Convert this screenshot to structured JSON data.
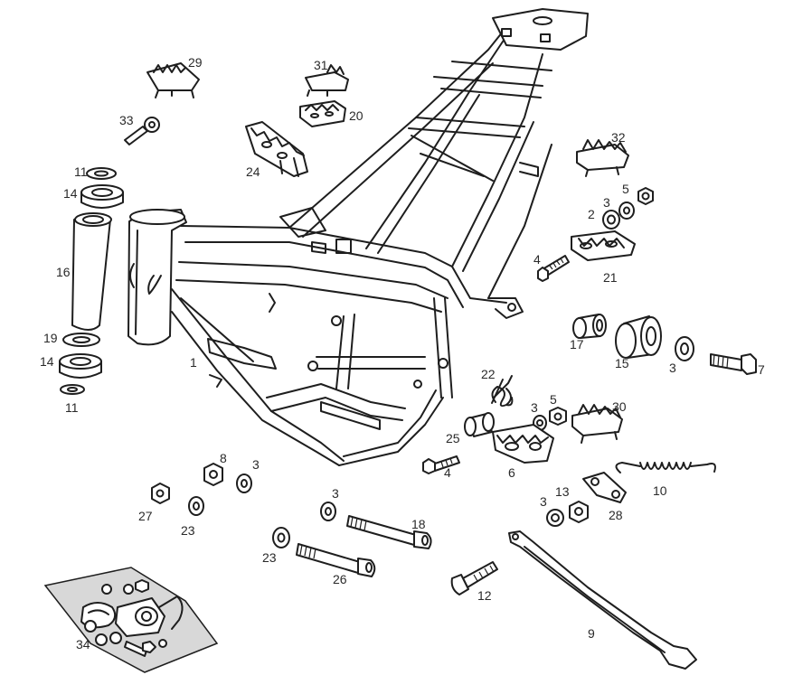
{
  "diagram": {
    "callouts": [
      {
        "id": "c1",
        "text": "1"
      },
      {
        "id": "c2",
        "text": "2"
      },
      {
        "id": "c3a",
        "text": "3"
      },
      {
        "id": "c3b",
        "text": "3"
      },
      {
        "id": "c3c",
        "text": "3"
      },
      {
        "id": "c3d",
        "text": "3"
      },
      {
        "id": "c3e",
        "text": "3"
      },
      {
        "id": "c3f",
        "text": "3"
      },
      {
        "id": "c4a",
        "text": "4"
      },
      {
        "id": "c4b",
        "text": "4"
      },
      {
        "id": "c5a",
        "text": "5"
      },
      {
        "id": "c5b",
        "text": "5"
      },
      {
        "id": "c6",
        "text": "6"
      },
      {
        "id": "c7",
        "text": "7"
      },
      {
        "id": "c8",
        "text": "8"
      },
      {
        "id": "c9",
        "text": "9"
      },
      {
        "id": "c10",
        "text": "10"
      },
      {
        "id": "c11a",
        "text": "11"
      },
      {
        "id": "c11b",
        "text": "11"
      },
      {
        "id": "c12",
        "text": "12"
      },
      {
        "id": "c13",
        "text": "13"
      },
      {
        "id": "c14a",
        "text": "14"
      },
      {
        "id": "c14b",
        "text": "14"
      },
      {
        "id": "c15",
        "text": "15"
      },
      {
        "id": "c16",
        "text": "16"
      },
      {
        "id": "c17",
        "text": "17"
      },
      {
        "id": "c18",
        "text": "18"
      },
      {
        "id": "c19",
        "text": "19"
      },
      {
        "id": "c20",
        "text": "20"
      },
      {
        "id": "c21",
        "text": "21"
      },
      {
        "id": "c22",
        "text": "22"
      },
      {
        "id": "c23a",
        "text": "23"
      },
      {
        "id": "c23b",
        "text": "23"
      },
      {
        "id": "c24",
        "text": "24"
      },
      {
        "id": "c25",
        "text": "25"
      },
      {
        "id": "c26",
        "text": "26"
      },
      {
        "id": "c27",
        "text": "27"
      },
      {
        "id": "c28",
        "text": "28"
      },
      {
        "id": "c29",
        "text": "29"
      },
      {
        "id": "c30",
        "text": "30"
      },
      {
        "id": "c31",
        "text": "31"
      },
      {
        "id": "c32",
        "text": "32"
      },
      {
        "id": "c33",
        "text": "33"
      },
      {
        "id": "c34",
        "text": "34"
      }
    ]
  }
}
